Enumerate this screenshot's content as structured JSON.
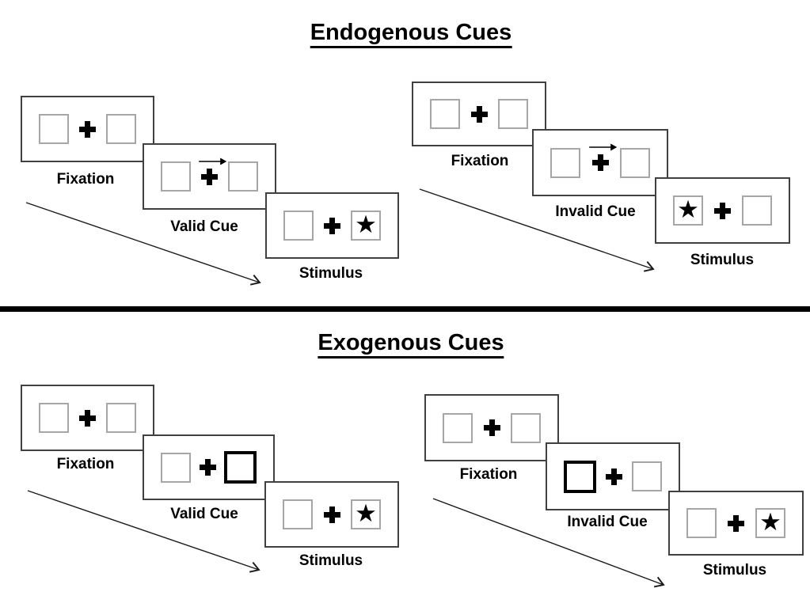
{
  "glyphs": {
    "star": "★"
  },
  "colors": {
    "ink": "#000000",
    "panel_border": "#404040",
    "box_border": "#a6a6a6",
    "cue_highlight_border": "#000000"
  },
  "sections": [
    {
      "title": "Endogenous Cues",
      "groups": [
        {
          "name": "valid",
          "cue_type": "central-arrow-right",
          "star_side": "right",
          "panels": [
            {
              "label": "Fixation"
            },
            {
              "label": "Valid Cue"
            },
            {
              "label": "Stimulus"
            }
          ]
        },
        {
          "name": "invalid",
          "cue_type": "central-arrow-right",
          "star_side": "left",
          "panels": [
            {
              "label": "Fixation"
            },
            {
              "label": "Invalid Cue"
            },
            {
              "label": "Stimulus"
            }
          ]
        }
      ]
    },
    {
      "title": "Exogenous Cues",
      "groups": [
        {
          "name": "valid",
          "cue_type": "highlighted-box-right",
          "star_side": "right",
          "panels": [
            {
              "label": "Fixation"
            },
            {
              "label": "Valid Cue"
            },
            {
              "label": "Stimulus"
            }
          ]
        },
        {
          "name": "invalid",
          "cue_type": "highlighted-box-left",
          "star_side": "right",
          "panels": [
            {
              "label": "Fixation"
            },
            {
              "label": "Invalid Cue"
            },
            {
              "label": "Stimulus"
            }
          ]
        }
      ]
    }
  ]
}
